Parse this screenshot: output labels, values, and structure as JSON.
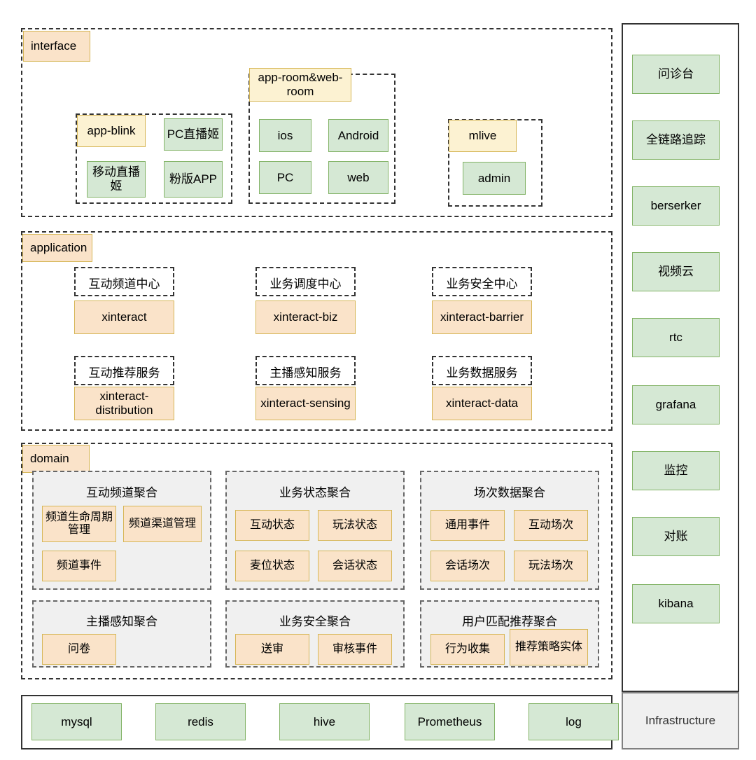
{
  "colors": {
    "green_fill": "#d5e8d4",
    "green_border": "#82b366",
    "orange_fill": "#fae3c9",
    "orange_border": "#d6b656",
    "pale_yellow_fill": "#fcf2d2",
    "gray_fill": "#f0f0f0",
    "gray_border": "#808080",
    "dash_border": "#333333",
    "page_bg": "#ffffff"
  },
  "layers": {
    "interface": {
      "label": "interface",
      "groups": [
        {
          "label": "app-blink",
          "label_style": "paleyellow",
          "items": [
            {
              "text": "PC直播姬",
              "style": "green"
            },
            {
              "text": "移动直播姬",
              "style": "green"
            },
            {
              "text": "粉版APP",
              "style": "green"
            }
          ]
        },
        {
          "label": "app-room&web-room",
          "label_style": "paleyellow",
          "items": [
            {
              "text": "ios",
              "style": "green"
            },
            {
              "text": "Android",
              "style": "green"
            },
            {
              "text": "PC",
              "style": "green"
            },
            {
              "text": "web",
              "style": "green"
            }
          ]
        },
        {
          "label": "mlive",
          "label_style": "paleyellow",
          "items": [
            {
              "text": "admin",
              "style": "green"
            }
          ]
        }
      ]
    },
    "application": {
      "label": "application",
      "groups": [
        {
          "title": "互动频道中心",
          "service": "xinteract"
        },
        {
          "title": "业务调度中心",
          "service": "xinteract-biz"
        },
        {
          "title": "业务安全中心",
          "service": "xinteract-barrier"
        },
        {
          "title": "互动推荐服务",
          "service": "xinteract-distribution"
        },
        {
          "title": "主播感知服务",
          "service": "xinteract-sensing"
        },
        {
          "title": "业务数据服务",
          "service": "xinteract-data"
        }
      ]
    },
    "domain": {
      "label": "domain",
      "aggregates": [
        {
          "title": "互动频道聚合",
          "entities": [
            "频道生命周期管理",
            "频道渠道管理",
            "频道事件"
          ]
        },
        {
          "title": "业务状态聚合",
          "entities": [
            "互动状态",
            "玩法状态",
            "麦位状态",
            "会话状态"
          ]
        },
        {
          "title": "场次数据聚合",
          "entities": [
            "通用事件",
            "互动场次",
            "会话场次",
            "玩法场次"
          ]
        },
        {
          "title": "主播感知聚合",
          "entities": [
            "问卷"
          ]
        },
        {
          "title": "业务安全聚合",
          "entities": [
            "送审",
            "审核事件"
          ]
        },
        {
          "title": "用户匹配推荐聚合",
          "entities": [
            "行为收集",
            "推荐策略实体"
          ]
        }
      ]
    },
    "storage": {
      "items": [
        "mysql",
        "redis",
        "hive",
        "Prometheus",
        "log"
      ]
    },
    "infrastructure": {
      "label": "Infrastructure",
      "items": [
        "问诊台",
        "全链路追踪",
        "berserker",
        "视频云",
        "rtc",
        "grafana",
        "监控",
        "对账",
        "kibana"
      ]
    }
  }
}
